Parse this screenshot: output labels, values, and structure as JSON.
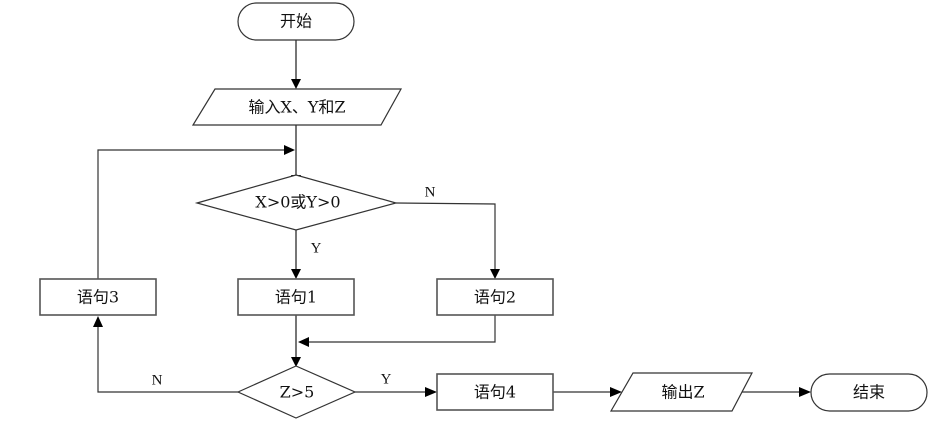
{
  "diagram": {
    "type": "flowchart",
    "nodes": {
      "start": {
        "kind": "terminal",
        "label": "开始"
      },
      "input": {
        "kind": "io",
        "label": "输入X、Y和Z"
      },
      "cond1": {
        "kind": "decision",
        "label": "X>0或Y>0"
      },
      "stmt1": {
        "kind": "process",
        "label": "语句1"
      },
      "stmt2": {
        "kind": "process",
        "label": "语句2"
      },
      "stmt3": {
        "kind": "process",
        "label": "语句3"
      },
      "cond2": {
        "kind": "decision",
        "label": "Z>5"
      },
      "stmt4": {
        "kind": "process",
        "label": "语句4"
      },
      "output": {
        "kind": "io",
        "label": "输出Z"
      },
      "end": {
        "kind": "terminal",
        "label": "结束"
      }
    },
    "edges": [
      {
        "from": "start",
        "to": "input",
        "label": ""
      },
      {
        "from": "input",
        "to": "cond1",
        "label": ""
      },
      {
        "from": "cond1",
        "to": "stmt1",
        "label": "Y"
      },
      {
        "from": "cond1",
        "to": "stmt2",
        "label": "N"
      },
      {
        "from": "stmt1",
        "to": "cond2",
        "label": ""
      },
      {
        "from": "stmt2",
        "to": "cond2",
        "label": ""
      },
      {
        "from": "cond2",
        "to": "stmt4",
        "label": "Y"
      },
      {
        "from": "cond2",
        "to": "stmt3",
        "label": "N"
      },
      {
        "from": "stmt3",
        "to": "cond1",
        "label": ""
      },
      {
        "from": "stmt4",
        "to": "output",
        "label": ""
      },
      {
        "from": "output",
        "to": "end",
        "label": ""
      }
    ],
    "edge_labels": {
      "cond1_yes": "Y",
      "cond1_no": "N",
      "cond2_yes": "Y",
      "cond2_no": "N"
    }
  }
}
